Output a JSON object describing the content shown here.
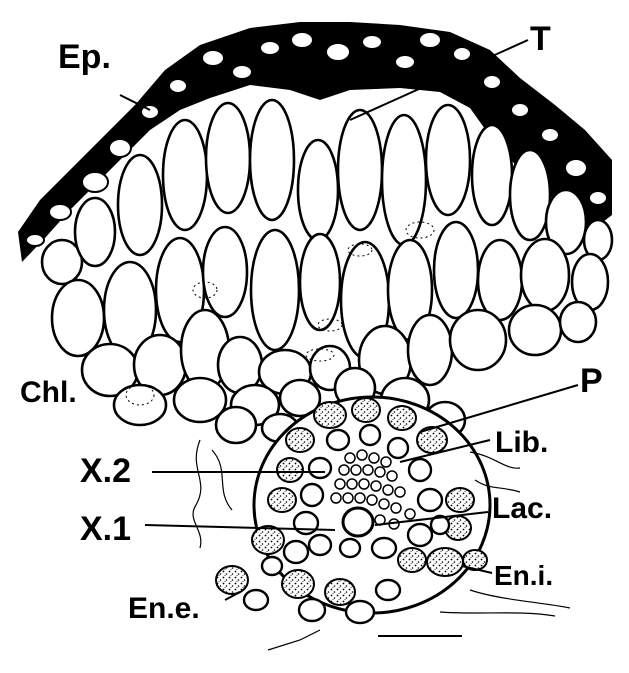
{
  "labels": {
    "ep": "Ep.",
    "t": "T",
    "chl": "Chl.",
    "p": "P",
    "lib": "Lib.",
    "x2": "X.2",
    "lac": "Lac.",
    "x1": "X.1",
    "eni": "En.i.",
    "ene": "En.e."
  },
  "colors": {
    "ink": "#000000",
    "paper": "#ffffff"
  }
}
